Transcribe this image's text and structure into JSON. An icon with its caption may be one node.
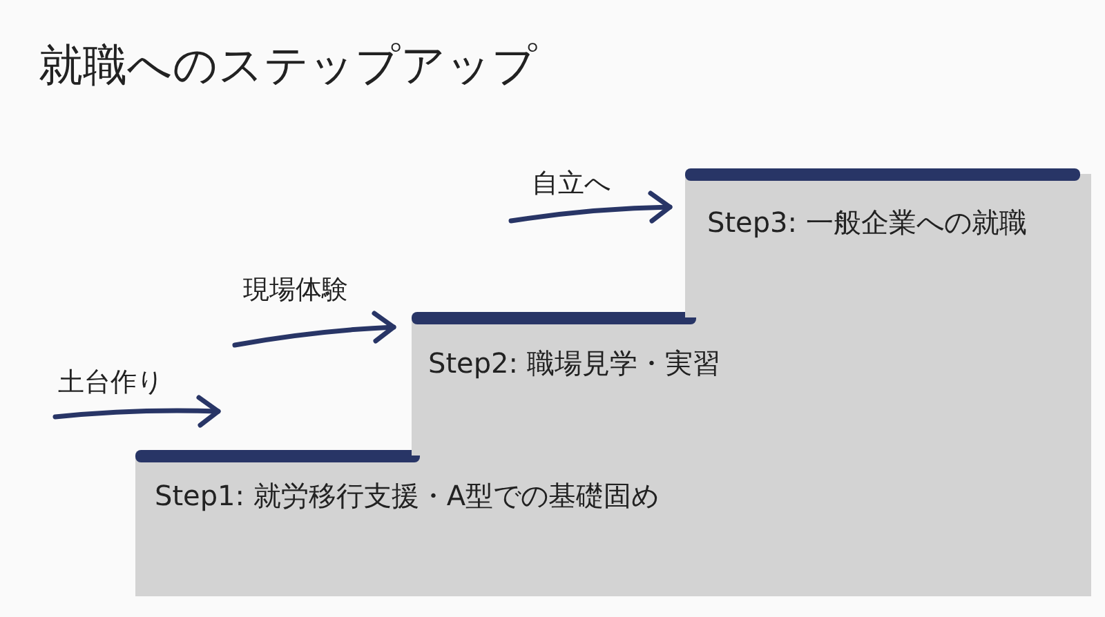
{
  "diagram": {
    "title": "就職へのステップアップ",
    "nodes": [
      {
        "text": [
          "Step1: 就労移行支援・A型での基礎固め"
        ]
      },
      {
        "text": [
          "Step2: 職場見学・実習"
        ]
      },
      {
        "text": [
          "Step3: 一般企業への就職"
        ]
      }
    ],
    "labels": [
      "土台作り",
      "現場体験",
      "自立へ"
    ]
  }
}
